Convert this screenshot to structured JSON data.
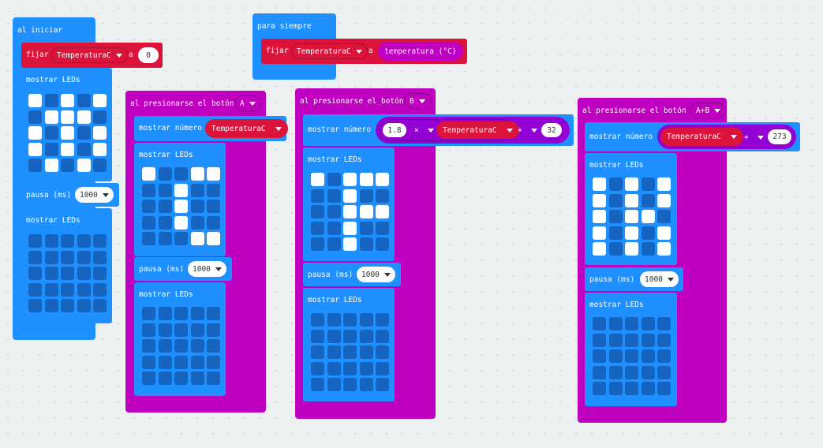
{
  "colors": {
    "event": "#1e90ff",
    "led": "#1e90ff",
    "var": "#dc143c",
    "math": "#9400d3",
    "input": "#c000c0",
    "ledcell_off": "#1565c0"
  },
  "on_start": {
    "title": "al iniciar",
    "set_label": "fijar",
    "var_name": "TemperaturaC",
    "to_label": "a",
    "value": "0",
    "show_leds_1": "mostrar LEDs",
    "leds_1": [
      [
        1,
        0,
        1,
        0,
        1
      ],
      [
        0,
        1,
        1,
        1,
        0
      ],
      [
        1,
        0,
        1,
        0,
        1
      ],
      [
        1,
        0,
        1,
        0,
        1
      ],
      [
        0,
        1,
        0,
        1,
        0
      ]
    ],
    "pause_label": "pausa (ms)",
    "pause_value": "1000",
    "show_leds_2": "mostrar LEDs",
    "leds_2": [
      [
        0,
        0,
        0,
        0,
        0
      ],
      [
        0,
        0,
        0,
        0,
        0
      ],
      [
        0,
        0,
        0,
        0,
        0
      ],
      [
        0,
        0,
        0,
        0,
        0
      ],
      [
        0,
        0,
        0,
        0,
        0
      ]
    ]
  },
  "forever": {
    "title": "para siempre",
    "set_label": "fijar",
    "var_name": "TemperaturaC",
    "to_label": "a",
    "sensor": "temperatura (°C)"
  },
  "button_a": {
    "title": "al presionarse el botón",
    "button": "A",
    "show_number": "mostrar número",
    "var_name": "TemperaturaC",
    "show_leds_1": "mostrar LEDs",
    "leds_1": [
      [
        1,
        0,
        0,
        1,
        1
      ],
      [
        0,
        0,
        1,
        0,
        0
      ],
      [
        0,
        0,
        1,
        0,
        0
      ],
      [
        0,
        0,
        1,
        0,
        0
      ],
      [
        0,
        0,
        0,
        1,
        1
      ]
    ],
    "pause_label": "pausa (ms)",
    "pause_value": "1000",
    "show_leds_2": "mostrar LEDs",
    "leds_2": [
      [
        0,
        0,
        0,
        0,
        0
      ],
      [
        0,
        0,
        0,
        0,
        0
      ],
      [
        0,
        0,
        0,
        0,
        0
      ],
      [
        0,
        0,
        0,
        0,
        0
      ],
      [
        0,
        0,
        0,
        0,
        0
      ]
    ]
  },
  "button_b": {
    "title": "al presionarse el botón",
    "button": "B",
    "show_number": "mostrar número",
    "factor": "1.8",
    "mult_op": "×",
    "var_name": "TemperaturaC",
    "add_op": "+",
    "offset": "32",
    "show_leds_1": "mostrar LEDs",
    "leds_1": [
      [
        1,
        0,
        1,
        1,
        1
      ],
      [
        0,
        0,
        1,
        0,
        0
      ],
      [
        0,
        0,
        1,
        1,
        1
      ],
      [
        0,
        0,
        1,
        0,
        0
      ],
      [
        0,
        0,
        1,
        0,
        0
      ]
    ],
    "pause_label": "pausa (ms)",
    "pause_value": "1000",
    "show_leds_2": "mostrar LEDs",
    "leds_2": [
      [
        0,
        0,
        0,
        0,
        0
      ],
      [
        0,
        0,
        0,
        0,
        0
      ],
      [
        0,
        0,
        0,
        0,
        0
      ],
      [
        0,
        0,
        0,
        0,
        0
      ],
      [
        0,
        0,
        0,
        0,
        0
      ]
    ]
  },
  "button_ab": {
    "title": "al presionarse el botón",
    "button": "A+B",
    "show_number": "mostrar número",
    "var_name": "TemperaturaC",
    "add_op": "+",
    "offset": "273",
    "show_leds_1": "mostrar LEDs",
    "leds_1": [
      [
        1,
        0,
        1,
        0,
        1
      ],
      [
        1,
        0,
        1,
        0,
        1
      ],
      [
        1,
        0,
        1,
        1,
        0
      ],
      [
        1,
        0,
        1,
        0,
        1
      ],
      [
        1,
        0,
        1,
        0,
        1
      ]
    ],
    "pause_label": "pausa (ms)",
    "pause_value": "1000",
    "show_leds_2": "mostrar LEDs",
    "leds_2": [
      [
        0,
        0,
        0,
        0,
        0
      ],
      [
        0,
        0,
        0,
        0,
        0
      ],
      [
        0,
        0,
        0,
        0,
        0
      ],
      [
        0,
        0,
        0,
        0,
        0
      ],
      [
        0,
        0,
        0,
        0,
        0
      ]
    ]
  }
}
